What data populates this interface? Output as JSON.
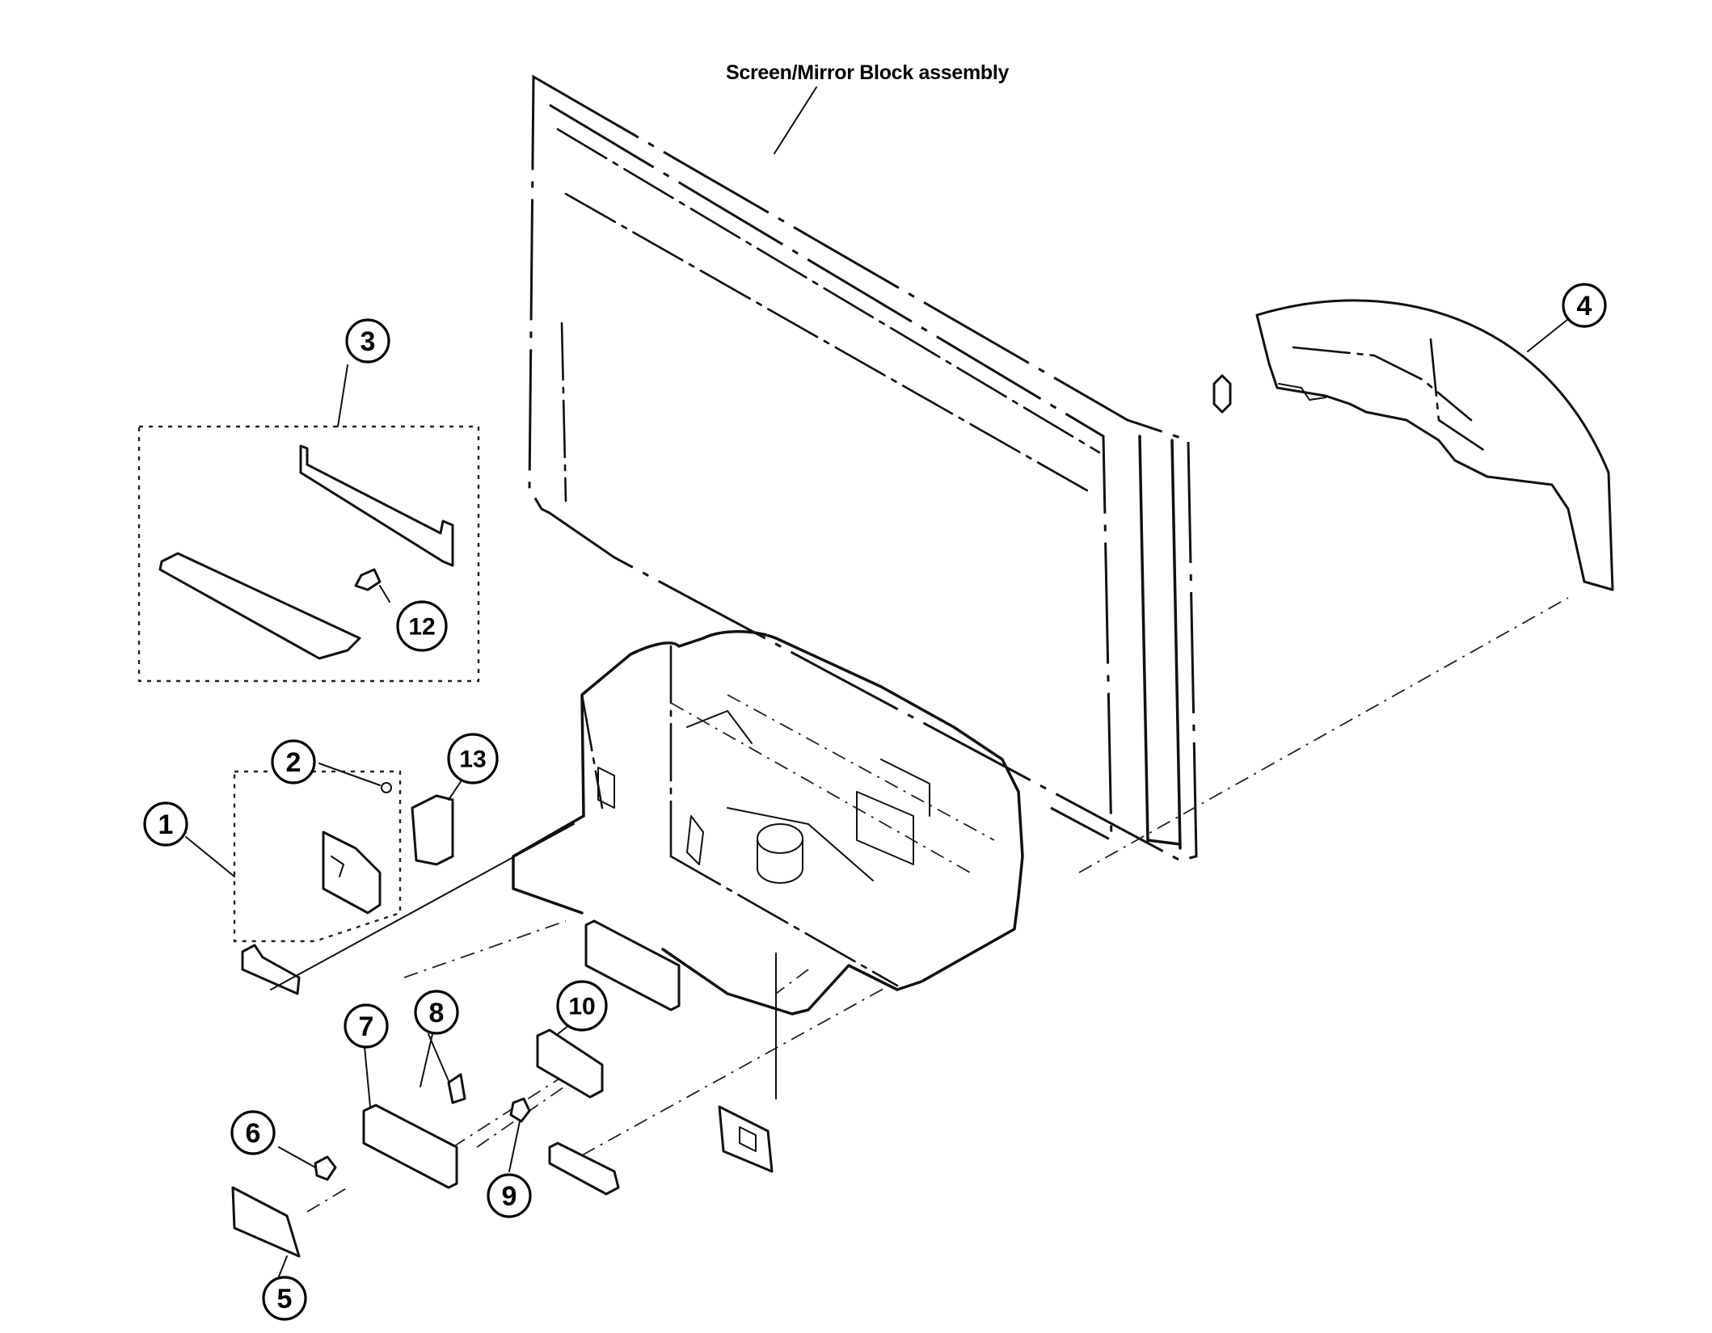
{
  "diagram_title": "Screen/Mirror Block assembly",
  "callouts": {
    "c1": "1",
    "c2": "2",
    "c3": "3",
    "c4": "4",
    "c5": "5",
    "c6": "6",
    "c7": "7",
    "c8": "8",
    "c9": "9",
    "c10": "10",
    "c12": "12",
    "c13": "13"
  }
}
